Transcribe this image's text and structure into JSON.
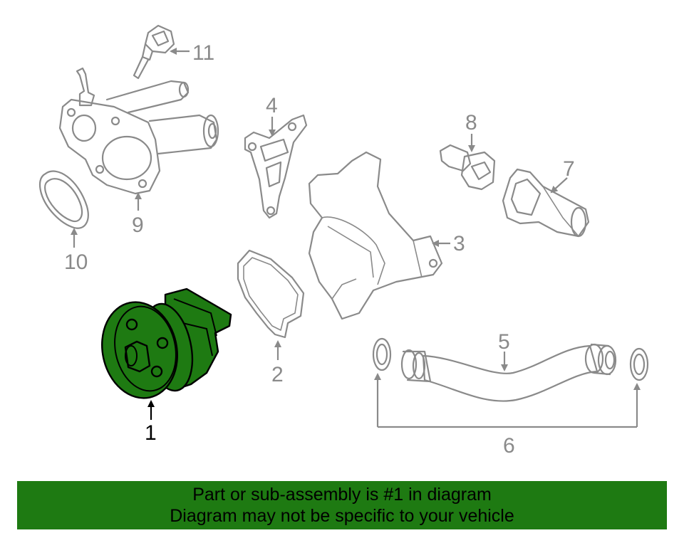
{
  "callouts": {
    "c1": "1",
    "c2": "2",
    "c3": "3",
    "c4": "4",
    "c5": "5",
    "c6": "6",
    "c7": "7",
    "c8": "8",
    "c9": "9",
    "c10": "10",
    "c11": "11"
  },
  "banner": {
    "line1": "Part or sub-assembly is #1 in diagram",
    "line2": "Diagram may not be specific to your vehicle"
  },
  "colors": {
    "highlight": "#1e7a12",
    "line_art": "#8a8a8a",
    "banner_bg": "#1e7a12"
  }
}
